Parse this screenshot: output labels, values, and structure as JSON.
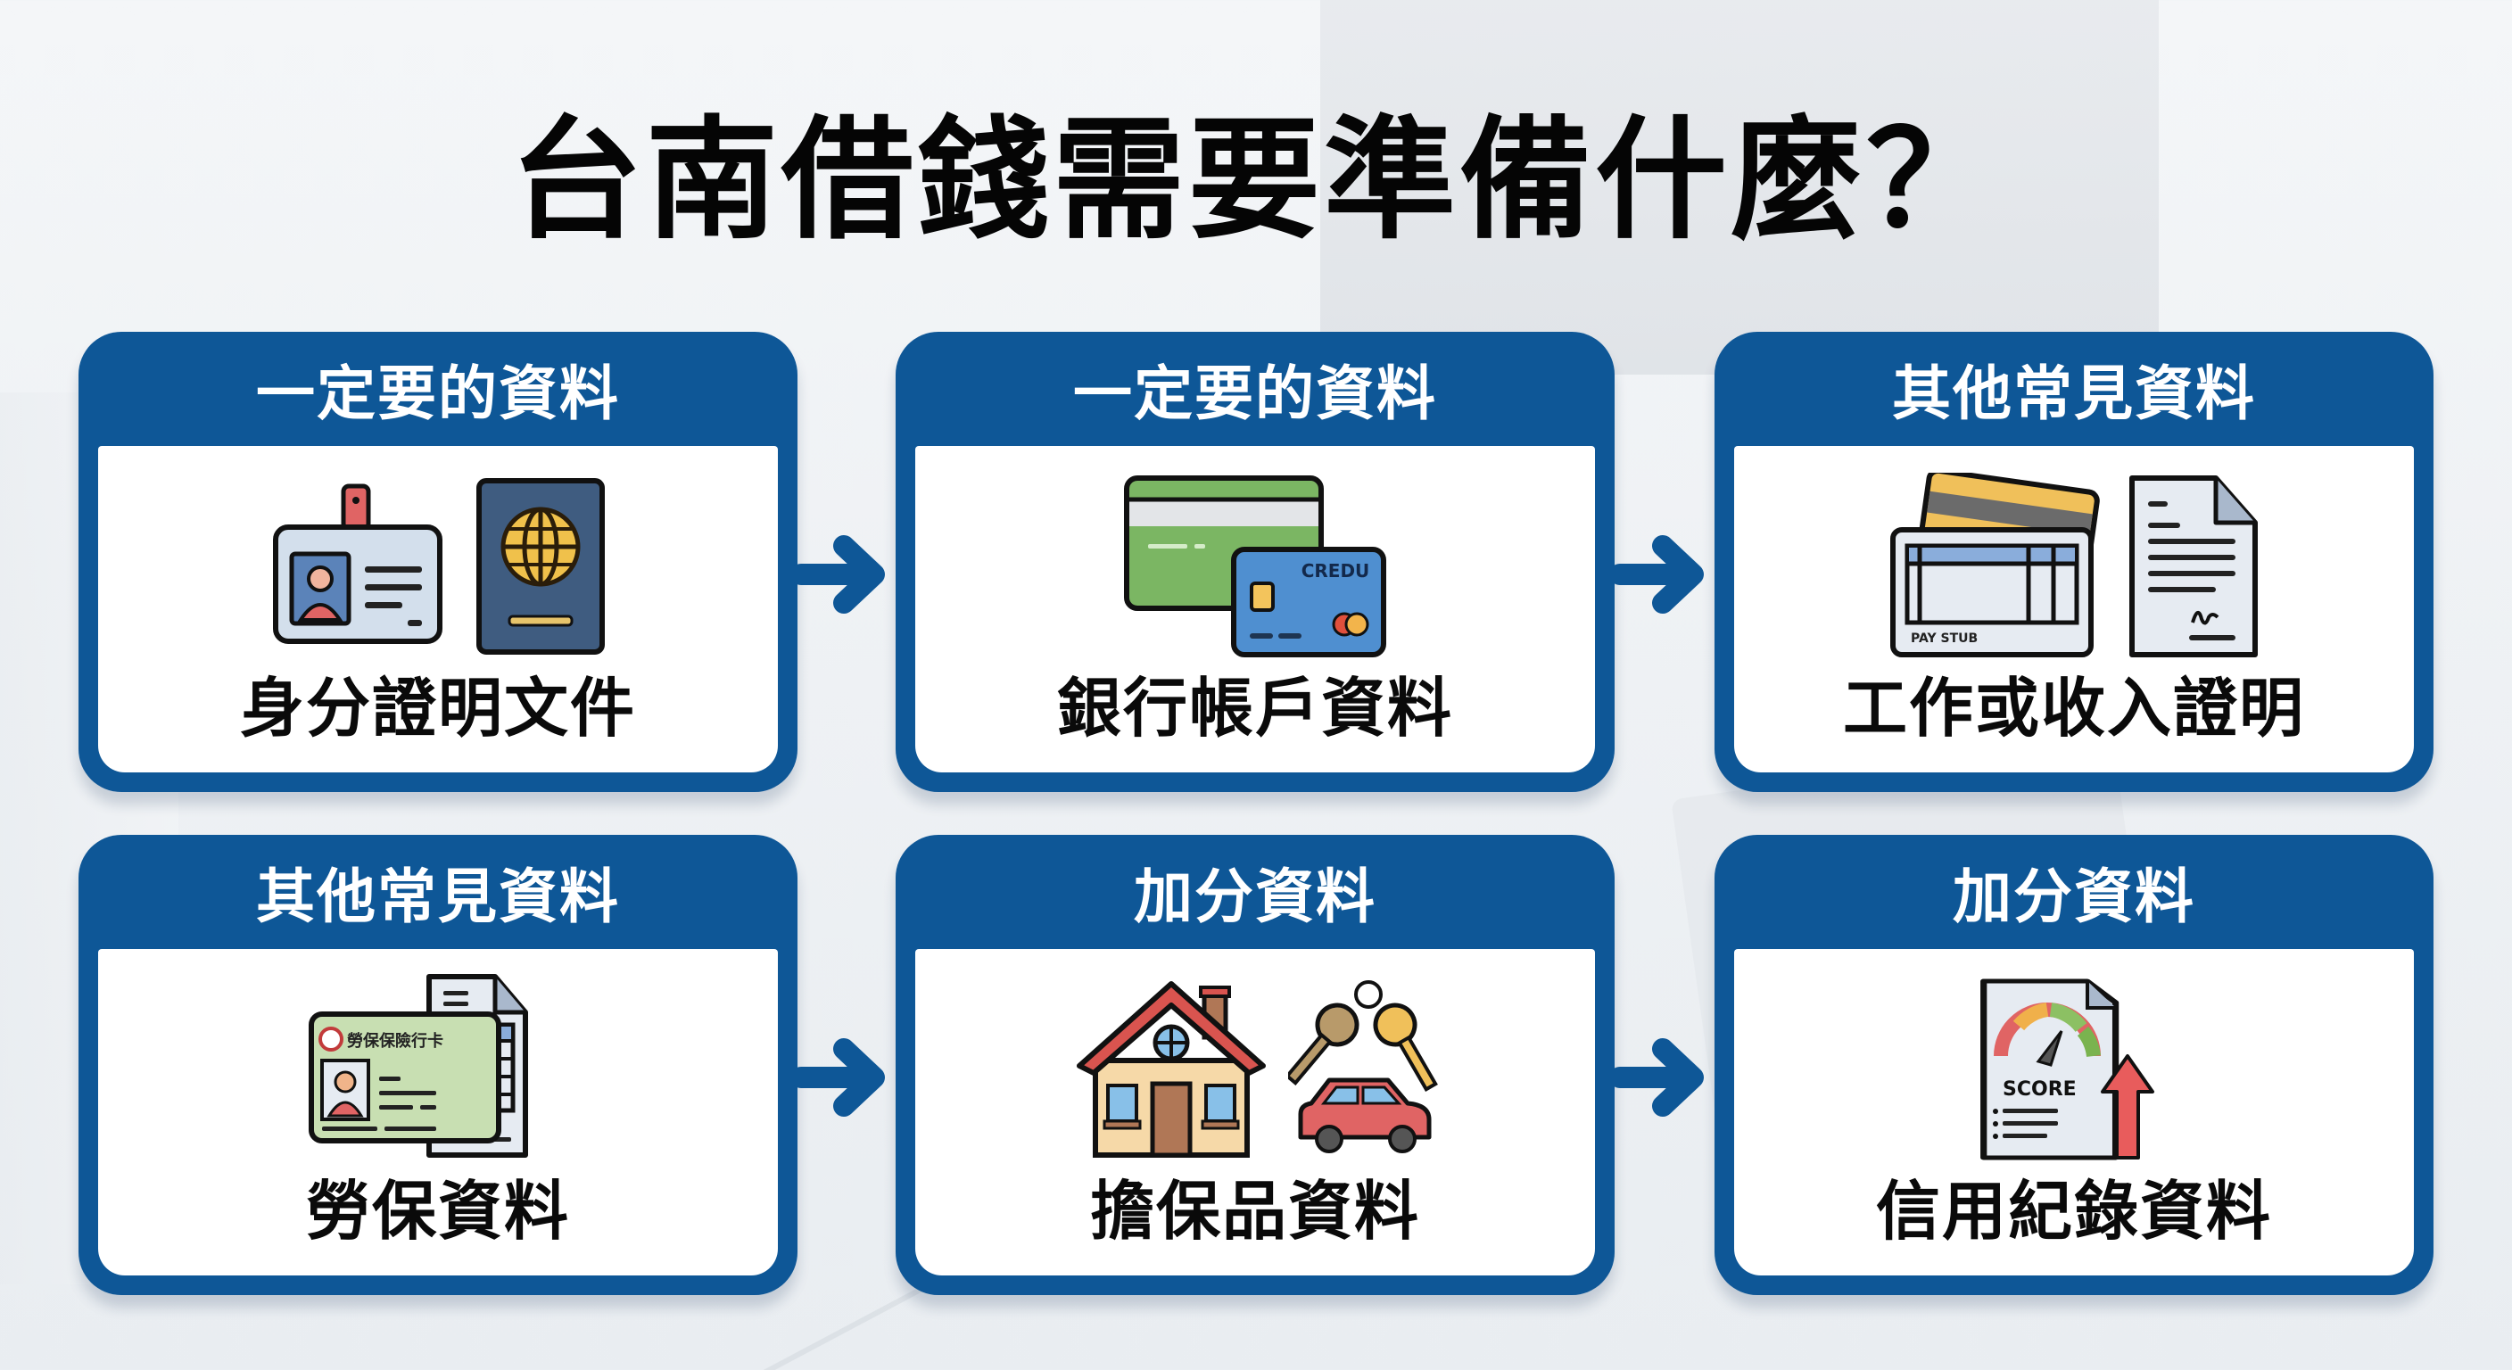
{
  "title": "台南借錢需要準備什麼？",
  "colors": {
    "card_blue": "#0e5797",
    "panel_white": "#ffffff",
    "title_black": "#050505"
  },
  "cards": [
    {
      "header": "一定要的資料",
      "label": "身分證明文件",
      "icons": [
        "id-badge-icon",
        "passport-icon"
      ]
    },
    {
      "header": "一定要的資料",
      "label": "銀行帳戶資料",
      "icons": [
        "bank-card-icon",
        "credit-card-icon"
      ],
      "card_text": "CREDU"
    },
    {
      "header": "其他常見資料",
      "label": "工作或收入證明",
      "icons": [
        "pay-stub-icon",
        "document-icon"
      ],
      "card_text": "PAY STUB"
    },
    {
      "header": "其他常見資料",
      "label": "勞保資料",
      "icons": [
        "labor-insurance-card-icon",
        "spreadsheet-document-icon"
      ],
      "card_text": "勞保保險行卡"
    },
    {
      "header": "加分資料",
      "label": "擔保品資料",
      "icons": [
        "house-icon",
        "keys-icon",
        "car-icon"
      ]
    },
    {
      "header": "加分資料",
      "label": "信用紀錄資料",
      "icons": [
        "credit-score-report-icon",
        "up-arrow-icon"
      ],
      "card_text": "SCORE"
    }
  ],
  "arrows": [
    "arrow-right-icon",
    "arrow-right-icon",
    "arrow-right-icon",
    "arrow-right-icon"
  ]
}
